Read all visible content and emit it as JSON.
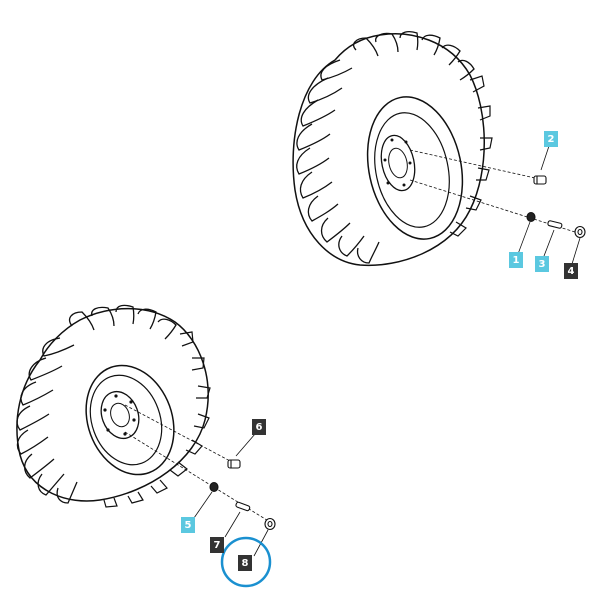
{
  "colors": {
    "line": "#111111",
    "highlight_circle": "#1a90d0",
    "callout_cyan": "#5bc8e0",
    "callout_dark": "#333333"
  },
  "callouts": [
    {
      "id": "c1",
      "label": "1",
      "style": "cyan"
    },
    {
      "id": "c2",
      "label": "2",
      "style": "cyan"
    },
    {
      "id": "c3",
      "label": "3",
      "style": "cyan"
    },
    {
      "id": "c4",
      "label": "4",
      "style": "dark"
    },
    {
      "id": "c5",
      "label": "5",
      "style": "cyan"
    },
    {
      "id": "c6",
      "label": "6",
      "style": "dark"
    },
    {
      "id": "c7",
      "label": "7",
      "style": "dark"
    },
    {
      "id": "c8",
      "label": "8",
      "style": "dark",
      "highlighted": true
    }
  ]
}
